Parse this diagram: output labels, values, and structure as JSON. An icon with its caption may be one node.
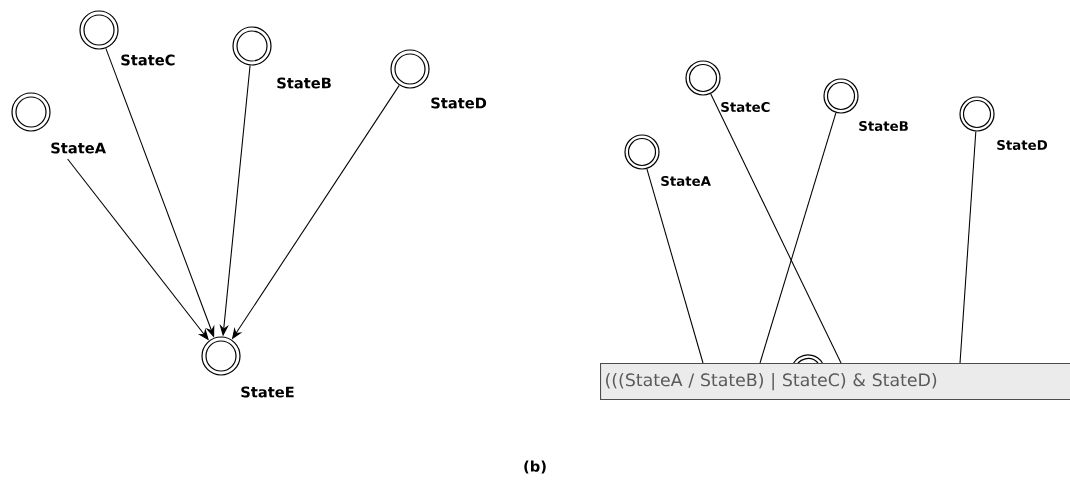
{
  "diagram": {
    "caption": "(b)",
    "nodes": [
      {
        "text": [],
        "shape": "circle",
        "beside": [
          "StateA"
        ]
      },
      {
        "text": [],
        "shape": "circle",
        "beside": [
          "StateB"
        ]
      },
      {
        "text": [],
        "shape": "circle",
        "beside": [
          "StateC"
        ]
      },
      {
        "text": [],
        "shape": "circle",
        "beside": [
          "StateD"
        ]
      },
      {
        "text": [],
        "shape": "circle",
        "beside": [
          "StateE"
        ]
      },
      {
        "text": [],
        "shape": "circle",
        "beside": [
          "StateA"
        ]
      },
      {
        "text": [],
        "shape": "circle",
        "beside": [
          "StateB"
        ]
      },
      {
        "text": [],
        "shape": "circle",
        "beside": [
          "StateC"
        ]
      },
      {
        "text": [],
        "shape": "circle",
        "beside": [
          "StateD"
        ]
      },
      {
        "text": [],
        "shape": "circle"
      },
      {
        "text": [
          "(((StateA / StateB) | StateC) & StateD)"
        ]
      }
    ],
    "edges": [
      {
        "from": 0,
        "to": 4,
        "arrow": "to"
      },
      {
        "from": 2,
        "to": 4,
        "arrow": "to"
      },
      {
        "from": 1,
        "to": 4,
        "arrow": "to"
      },
      {
        "from": 3,
        "to": 4,
        "arrow": "to"
      },
      {
        "from": 5,
        "to": 10,
        "arrow": "none"
      },
      {
        "from": 6,
        "to": 10,
        "arrow": "none"
      },
      {
        "from": 7,
        "to": 10,
        "arrow": "none"
      },
      {
        "from": 8,
        "to": 10,
        "arrow": "none"
      }
    ]
  }
}
